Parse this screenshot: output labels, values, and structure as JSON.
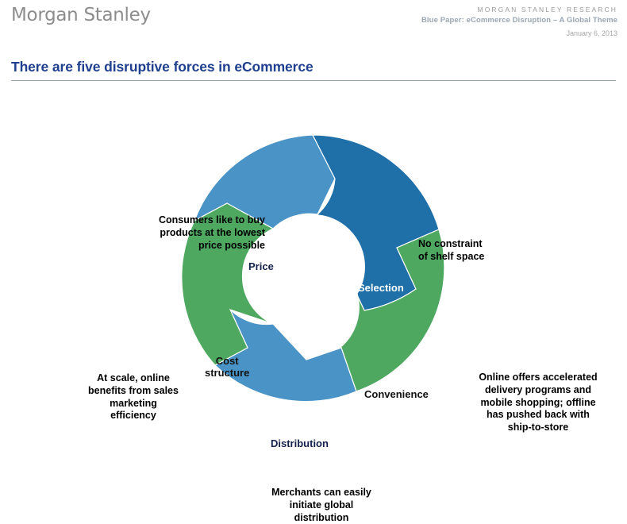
{
  "header": {
    "brand": "Morgan Stanley",
    "research_line": "MORGAN STANLEY RESEARCH",
    "paper_line": "Blue Paper: eCommerce Disruption – A Global Theme",
    "date_line": "January 6, 2013"
  },
  "slide": {
    "title": "There are five disruptive forces in eCommerce"
  },
  "chart_data": {
    "type": "pie",
    "title": "There are five disruptive forces in eCommerce",
    "subtype": "donut",
    "legend": "none",
    "categories": [
      "Selection",
      "Convenience",
      "Distribution",
      "Cost structure",
      "Price"
    ],
    "values": [
      20,
      20,
      20,
      20,
      20
    ],
    "colors": [
      "#1f6fa8",
      "#4ea860",
      "#4a93c6",
      "#4ea860",
      "#4a93c6"
    ],
    "label_colors": [
      "#ffffff",
      "#111111",
      "#13224a",
      "#111111",
      "#13224a"
    ],
    "annotations": [
      "No constraint of shelf space",
      "Online offers accelerated delivery programs and mobile shopping; offline has pushed back with ship-to-store",
      "Merchants can easily initiate global distribution",
      "At scale, online benefits from sales marketing efficiency",
      "Consumers like to buy products at the lowest price possible"
    ]
  },
  "wheel": {
    "segments": {
      "price": {
        "label": "Price",
        "color": "#4a93c6"
      },
      "selection": {
        "label": "Selection",
        "color": "#1f6fa8"
      },
      "convenience": {
        "label": "Convenience",
        "color": "#4ea860"
      },
      "distribution": {
        "label": "Distribution",
        "color": "#4a93c6"
      },
      "cost": {
        "label": "Cost\nstructure",
        "color": "#4ea860"
      }
    },
    "callouts": {
      "price": "Consumers like to buy\nproducts at the lowest\nprice possible",
      "selection": "No constraint\nof shelf space",
      "convenience": "Online offers accelerated\ndelivery programs and\nmobile shopping; offline\nhas pushed back with\nship-to-store",
      "distribution": "Merchants can easily\ninitiate global\ndistribution",
      "cost": "At scale, online\nbenefits from sales\nmarketing\nefficiency"
    }
  },
  "colors": {
    "title_blue": "#1f3f8f",
    "light_blue": "#4a93c6",
    "dark_blue": "#1f6fa8",
    "green": "#4ea860",
    "rule_gray": "#9aa3b4"
  }
}
